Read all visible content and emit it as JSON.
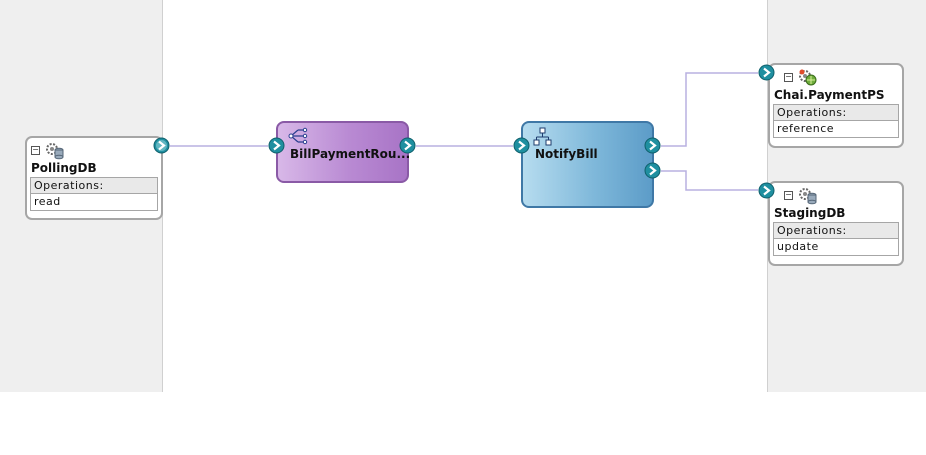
{
  "lanes": {
    "exposed": "services",
    "external": "references"
  },
  "services": [
    {
      "name": "PollingDB",
      "operations_label": "Operations:",
      "operation": "read",
      "icon": "db-adapter-icon"
    }
  ],
  "components": [
    {
      "name": "BillPaymentRou...",
      "kind": "mediator",
      "icon": "mediator-icon",
      "color": "#b98ad3"
    },
    {
      "name": "NotifyBill",
      "kind": "bpel",
      "icon": "bpel-process-icon",
      "color": "#7fb8da"
    }
  ],
  "references": [
    {
      "name": "Chai.PaymentPS",
      "operations_label": "Operations:",
      "operation": "reference",
      "icon": "web-service-icon"
    },
    {
      "name": "StagingDB",
      "operations_label": "Operations:",
      "operation": "update",
      "icon": "db-adapter-icon"
    }
  ],
  "colors": {
    "wire": "#b8b0e0",
    "port": "#1f8fa0",
    "lane": "#efefef"
  }
}
